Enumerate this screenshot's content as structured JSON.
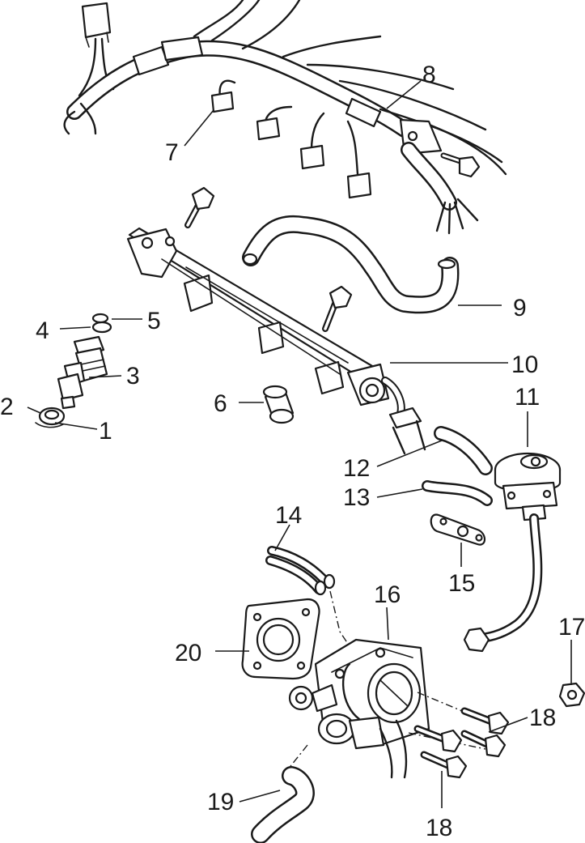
{
  "diagram": {
    "callouts": [
      {
        "id": "c1",
        "text": "1"
      },
      {
        "id": "c2",
        "text": "2"
      },
      {
        "id": "c3",
        "text": "3"
      },
      {
        "id": "c4",
        "text": "4"
      },
      {
        "id": "c5",
        "text": "5"
      },
      {
        "id": "c6",
        "text": "6"
      },
      {
        "id": "c7",
        "text": "7"
      },
      {
        "id": "c8",
        "text": "8"
      },
      {
        "id": "c9",
        "text": "9"
      },
      {
        "id": "c10",
        "text": "10"
      },
      {
        "id": "c11",
        "text": "11"
      },
      {
        "id": "c12",
        "text": "12"
      },
      {
        "id": "c13",
        "text": "13"
      },
      {
        "id": "c14",
        "text": "14"
      },
      {
        "id": "c15",
        "text": "15"
      },
      {
        "id": "c16",
        "text": "16"
      },
      {
        "id": "c17",
        "text": "17"
      },
      {
        "id": "c18a",
        "text": "18"
      },
      {
        "id": "c18b",
        "text": "18"
      },
      {
        "id": "c19",
        "text": "19"
      },
      {
        "id": "c20",
        "text": "20"
      }
    ]
  }
}
